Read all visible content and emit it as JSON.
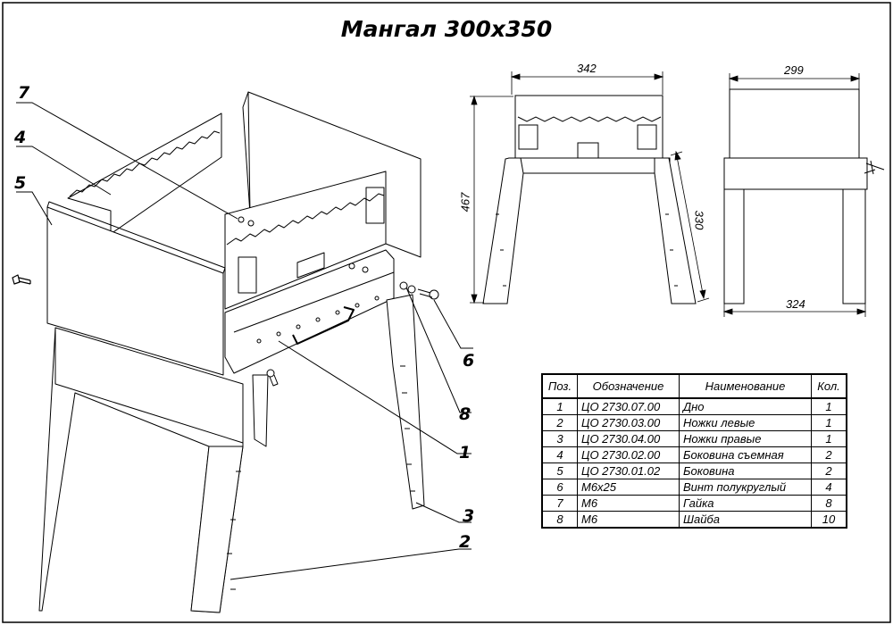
{
  "title": "Мангал 300x350",
  "callouts": [
    "7",
    "4",
    "5",
    "6",
    "8",
    "1",
    "3",
    "2"
  ],
  "dimensions": {
    "front_width": "342",
    "front_height": "467",
    "leg_length": "330",
    "side_top_width": "299",
    "side_bottom_width": "324"
  },
  "parts_table": {
    "headers": [
      "Поз.",
      "Обозначение",
      "Наименование",
      "Кол."
    ],
    "rows": [
      {
        "pos": "1",
        "designation": "ЦО 2730.07.00",
        "name": "Дно",
        "qty": "1"
      },
      {
        "pos": "2",
        "designation": "ЦО 2730.03.00",
        "name": "Ножки левые",
        "qty": "1"
      },
      {
        "pos": "3",
        "designation": "ЦО 2730.04.00",
        "name": "Ножки правые",
        "qty": "1"
      },
      {
        "pos": "4",
        "designation": "ЦО 2730.02.00",
        "name": "Боковина съемная",
        "qty": "2"
      },
      {
        "pos": "5",
        "designation": "ЦО 2730.01.02",
        "name": "Боковина",
        "qty": "2"
      },
      {
        "pos": "6",
        "designation": "М6х25",
        "name": "Винт полукруглый",
        "qty": "4"
      },
      {
        "pos": "7",
        "designation": "М6",
        "name": "Гайка",
        "qty": "8"
      },
      {
        "pos": "8",
        "designation": "М6",
        "name": "Шайба",
        "qty": "10"
      }
    ]
  },
  "colors": {
    "line": "#000000",
    "background": "#ffffff"
  }
}
